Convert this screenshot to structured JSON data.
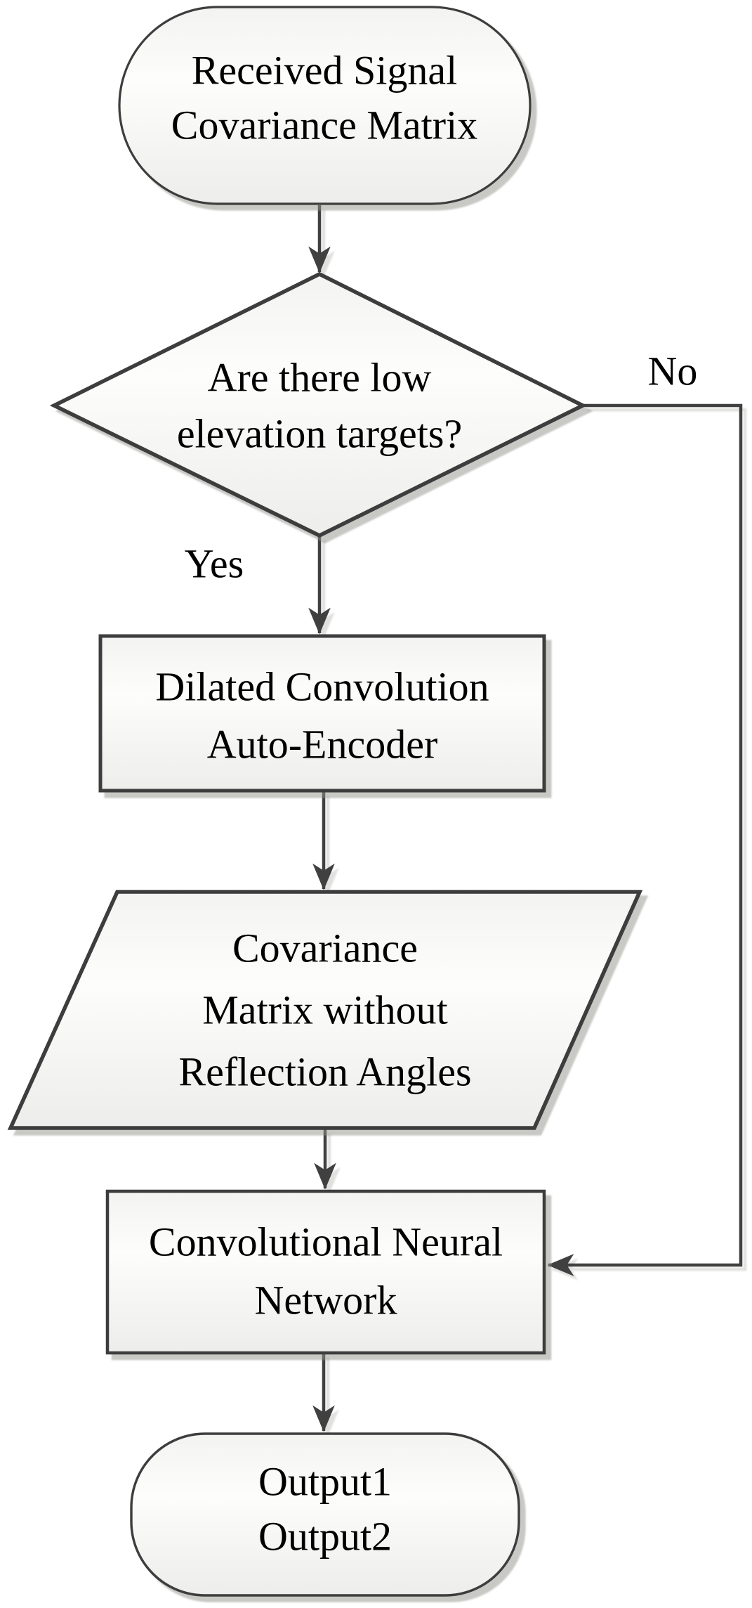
{
  "diagram": {
    "type": "flowchart",
    "labels": {
      "yes": "Yes",
      "no": "No"
    },
    "nodes": {
      "start": {
        "shape": "terminator",
        "lines": [
          "Received Signal",
          "Covariance Matrix"
        ]
      },
      "decision": {
        "shape": "decision-diamond",
        "lines": [
          "Are there low",
          "elevation targets?"
        ]
      },
      "autoencoder": {
        "shape": "process-rectangle",
        "lines": [
          "Dilated Convolution",
          "Auto-Encoder"
        ]
      },
      "covariance": {
        "shape": "data-parallelogram",
        "lines": [
          "Covariance",
          "Matrix without",
          "Reflection Angles"
        ]
      },
      "cnn": {
        "shape": "process-rectangle",
        "lines": [
          "Convolutional Neural",
          "Network"
        ]
      },
      "end": {
        "shape": "terminator",
        "lines": [
          "Output1",
          "Output2"
        ]
      }
    },
    "colors": {
      "border": "#3d3d3d",
      "connector": "#404040",
      "fill_top": "#f3f3f1",
      "fill_mid": "#fdfdfc",
      "fill_bottom": "#ededeb",
      "shadow": "#c9c9c6",
      "text": "#000000"
    }
  }
}
